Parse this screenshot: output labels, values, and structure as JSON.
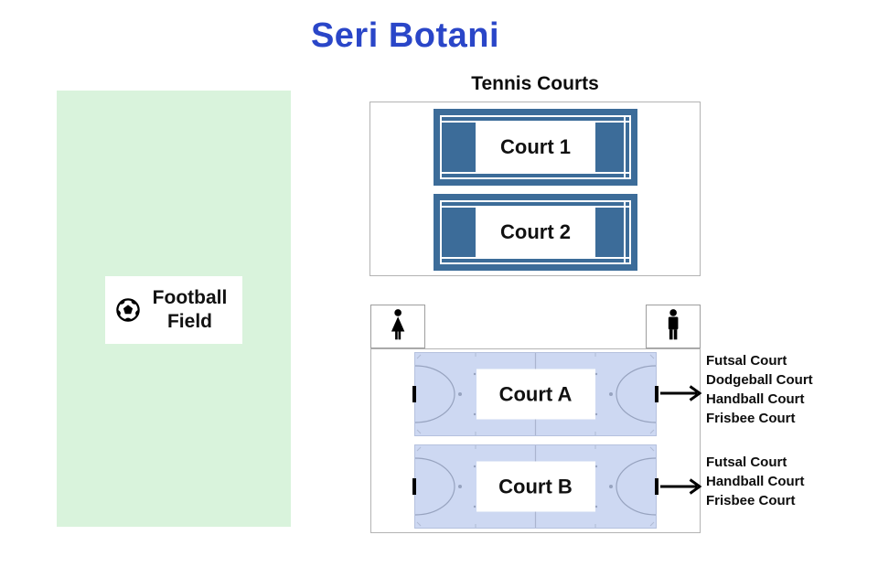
{
  "title": "Seri Botani",
  "football": {
    "label": "Football Field",
    "icon": "soccer-ball-icon",
    "field_color": "#d9f3dc"
  },
  "tennis": {
    "heading": "Tennis Courts",
    "court_color": "#3c6c99",
    "courts": [
      {
        "label": "Court 1"
      },
      {
        "label": "Court 2"
      }
    ]
  },
  "recreation": {
    "restrooms": [
      {
        "icon": "female-icon"
      },
      {
        "icon": "male-icon"
      }
    ],
    "court_color": "#cdd8f2",
    "courts": [
      {
        "label": "Court A",
        "facilities": [
          "Futsal Court",
          "Dodgeball Court",
          "Handball Court",
          "Frisbee Court"
        ]
      },
      {
        "label": "Court B",
        "facilities": [
          "Futsal Court",
          "Handball Court",
          "Frisbee Court"
        ]
      }
    ],
    "annotation_icon": "arrow-right-icon"
  },
  "colors": {
    "title_blue": "#2a46c8",
    "field_green": "#d9f3dc",
    "tennis_blue": "#3c6c99",
    "futsal_fill": "#cdd8f2",
    "futsal_line": "#97a3bf",
    "container_border": "#b3b3b3"
  }
}
